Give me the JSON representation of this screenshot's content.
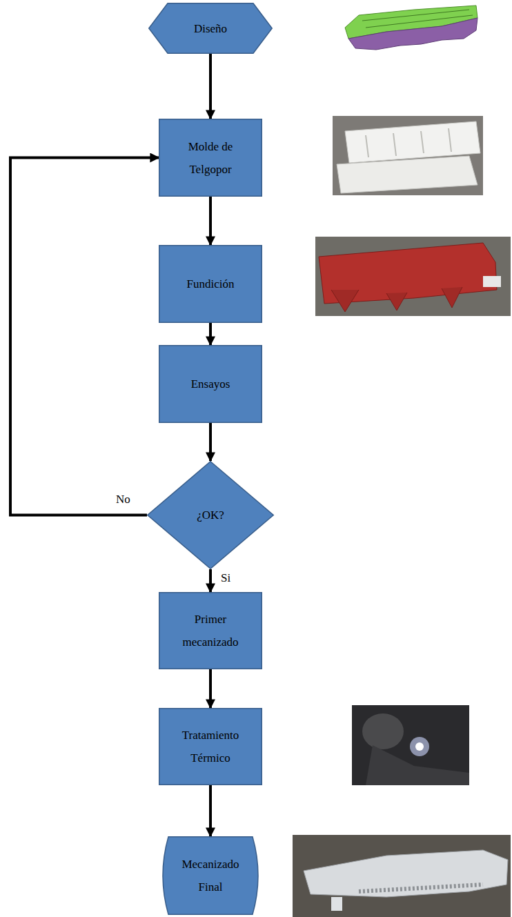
{
  "diagram": {
    "nodes": [
      {
        "text": [
          "Diseño"
        ]
      },
      {
        "text": [
          "Molde de Telgopor"
        ]
      },
      {
        "text": [
          "Fundición"
        ]
      },
      {
        "text": [
          "Ensayos"
        ]
      },
      {
        "text": [
          "¿OK?"
        ]
      },
      {
        "text": [
          "Primer mecanizado"
        ]
      },
      {
        "text": [
          "Tratamiento Térmico"
        ]
      },
      {
        "text": [
          "Mecanizado Final"
        ]
      }
    ],
    "edges": [
      {
        "from": 0,
        "to": 1,
        "arrow": "to"
      },
      {
        "from": 1,
        "to": 2,
        "arrow": "to"
      },
      {
        "from": 2,
        "to": 3,
        "arrow": "to"
      },
      {
        "from": 3,
        "to": 4,
        "arrow": "to"
      },
      {
        "from": 4,
        "to": 1,
        "label": "No",
        "arrow": "to"
      },
      {
        "from": 4,
        "to": 5,
        "label": "Si",
        "arrow": "to"
      },
      {
        "from": 5,
        "to": 6,
        "arrow": "to"
      },
      {
        "from": 6,
        "to": 7,
        "arrow": "to"
      }
    ]
  }
}
